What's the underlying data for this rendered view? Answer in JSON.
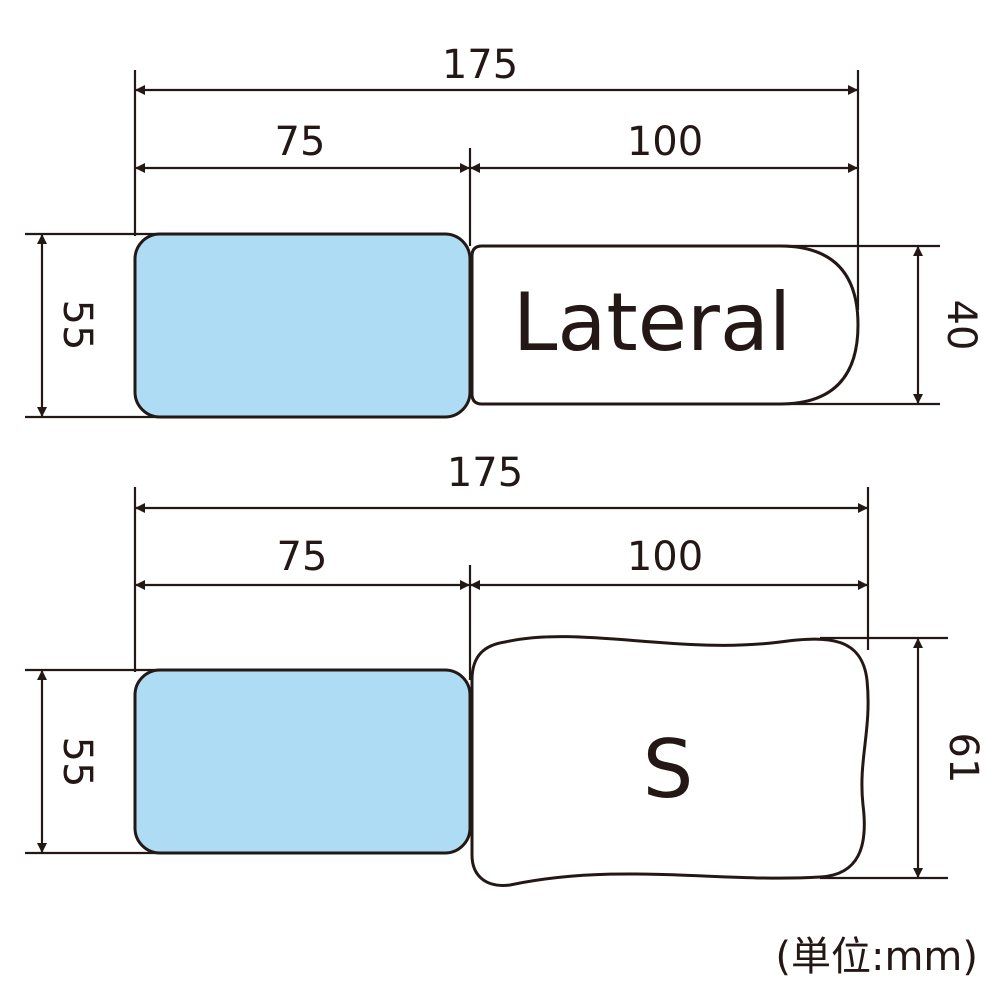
{
  "colors": {
    "ink": "#231815",
    "fill_blue": "#aedcf4",
    "fill_white": "#ffffff"
  },
  "diagrams": [
    {
      "id": "lateral",
      "total_width": "175",
      "left_width": "75",
      "right_width": "100",
      "left_height": "55",
      "right_height": "40",
      "label": "Lateral"
    },
    {
      "id": "s",
      "total_width": "175",
      "left_width": "75",
      "right_width": "100",
      "left_height": "55",
      "right_height": "61",
      "label": "S"
    }
  ],
  "unit_note": "(単位:mm)"
}
